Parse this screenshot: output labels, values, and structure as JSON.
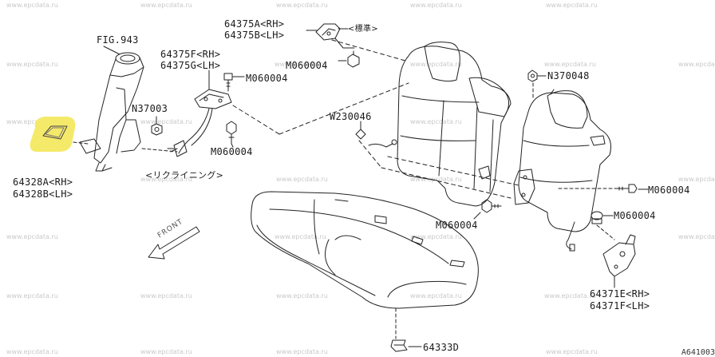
{
  "diagram": {
    "labels": {
      "fig_ref": "FIG.943",
      "part_64375_rh": "64375A<RH>",
      "part_64375_lh": "64375B<LH>",
      "std_note": "<標準>",
      "part_64375f": "64375F<RH>",
      "part_64375g": "64375G<LH>",
      "bolt_m060004_a": "M060004",
      "bolt_m060004_b": "M060004",
      "nut_n37003": "N37003",
      "bolt_m060004_c": "M060004",
      "reclining_note": "<リクライニング>",
      "part_64328a": "64328A<RH>",
      "part_64328b": "64328B<LH>",
      "clip_w230046": "W230046",
      "nut_n370048": "N370048",
      "bolt_m060004_d": "M060004",
      "bolt_m060004_e": "M060004",
      "bolt_m060004_f": "M060004",
      "part_64371e": "64371E<RH>",
      "part_64371f": "64371F<LH>",
      "part_64333d": "64333D",
      "front_arrow": "FRONT",
      "figure_id": "A641003"
    },
    "watermark": "www.epcdata.ru",
    "highlight_color": "#f5e96a"
  }
}
